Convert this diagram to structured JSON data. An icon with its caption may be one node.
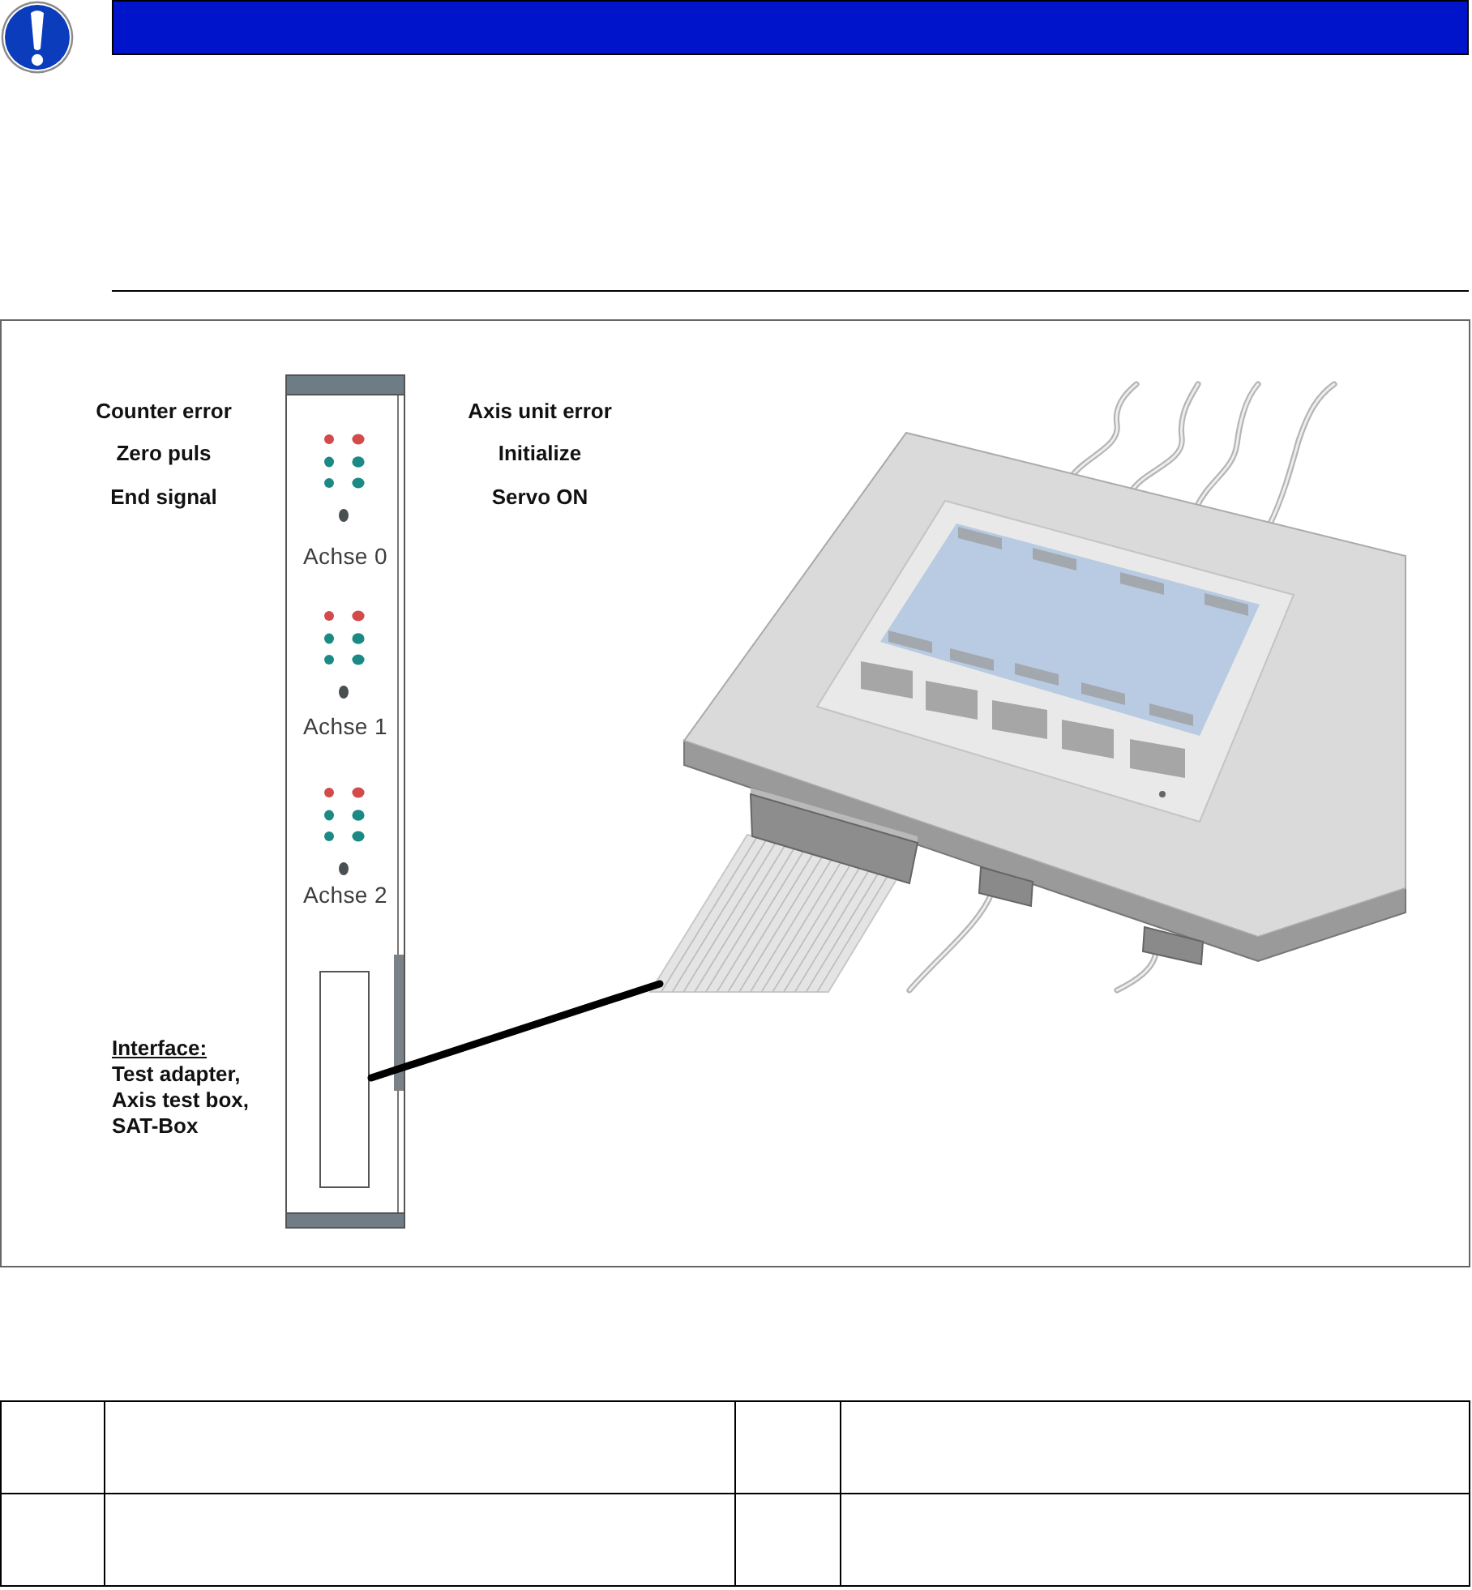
{
  "diagram": {
    "nodes": [
      {
        "text": [],
        "shape": "bar"
      },
      {
        "text": [
          "Achse 0",
          "Achse 1",
          "Achse 2"
        ]
      },
      {
        "text": [],
        "shape": "box",
        "in": 1
      },
      {
        "text": [],
        "shape": "picture"
      }
    ],
    "edges": [
      {
        "from": 2,
        "to": 3,
        "arrow": "none"
      }
    ],
    "labels": [
      "Counter error",
      "Axis unit error",
      "Zero puls",
      "Initialize",
      "End signal",
      "Servo ON",
      "Interface:",
      "Test adapter, Axis test box, SAT-Box"
    ]
  }
}
